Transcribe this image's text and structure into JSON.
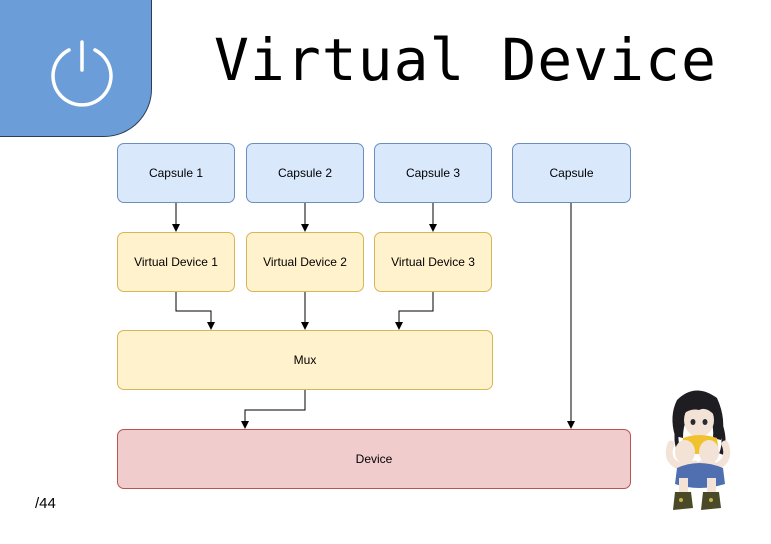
{
  "title": "Virtual Device",
  "page_number": "/44",
  "icons": {
    "logo": "power-icon",
    "mascot": "seated-girl-illustration"
  },
  "colors": {
    "logo_fill": "#6b9ed8",
    "capsule_fill": "#dae8fc",
    "virtual_fill": "#fff2cc",
    "device_fill": "#f0cccc"
  },
  "diagram": {
    "capsules": [
      "Capsule 1",
      "Capsule 2",
      "Capsule 3",
      "Capsule"
    ],
    "virtual_devices": [
      "Virtual Device 1",
      "Virtual Device 2",
      "Virtual Device 3"
    ],
    "mux": "Mux",
    "device": "Device"
  }
}
